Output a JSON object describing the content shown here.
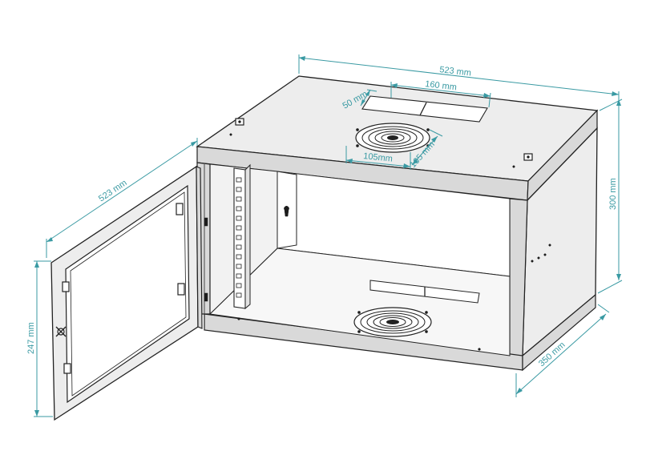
{
  "dimensions": {
    "top_width": "523 mm",
    "door_width": "523 mm",
    "height": "300 mm",
    "depth": "350 mm",
    "door_height": "247 mm",
    "vent_length": "160 mm",
    "vent_depth": "50 mm",
    "fan_width": "105mm",
    "fan_depth": "105 mm"
  },
  "colors": {
    "dimension": "#3a9aa3",
    "outline": "#222222",
    "panel_fill": "#ededed"
  }
}
